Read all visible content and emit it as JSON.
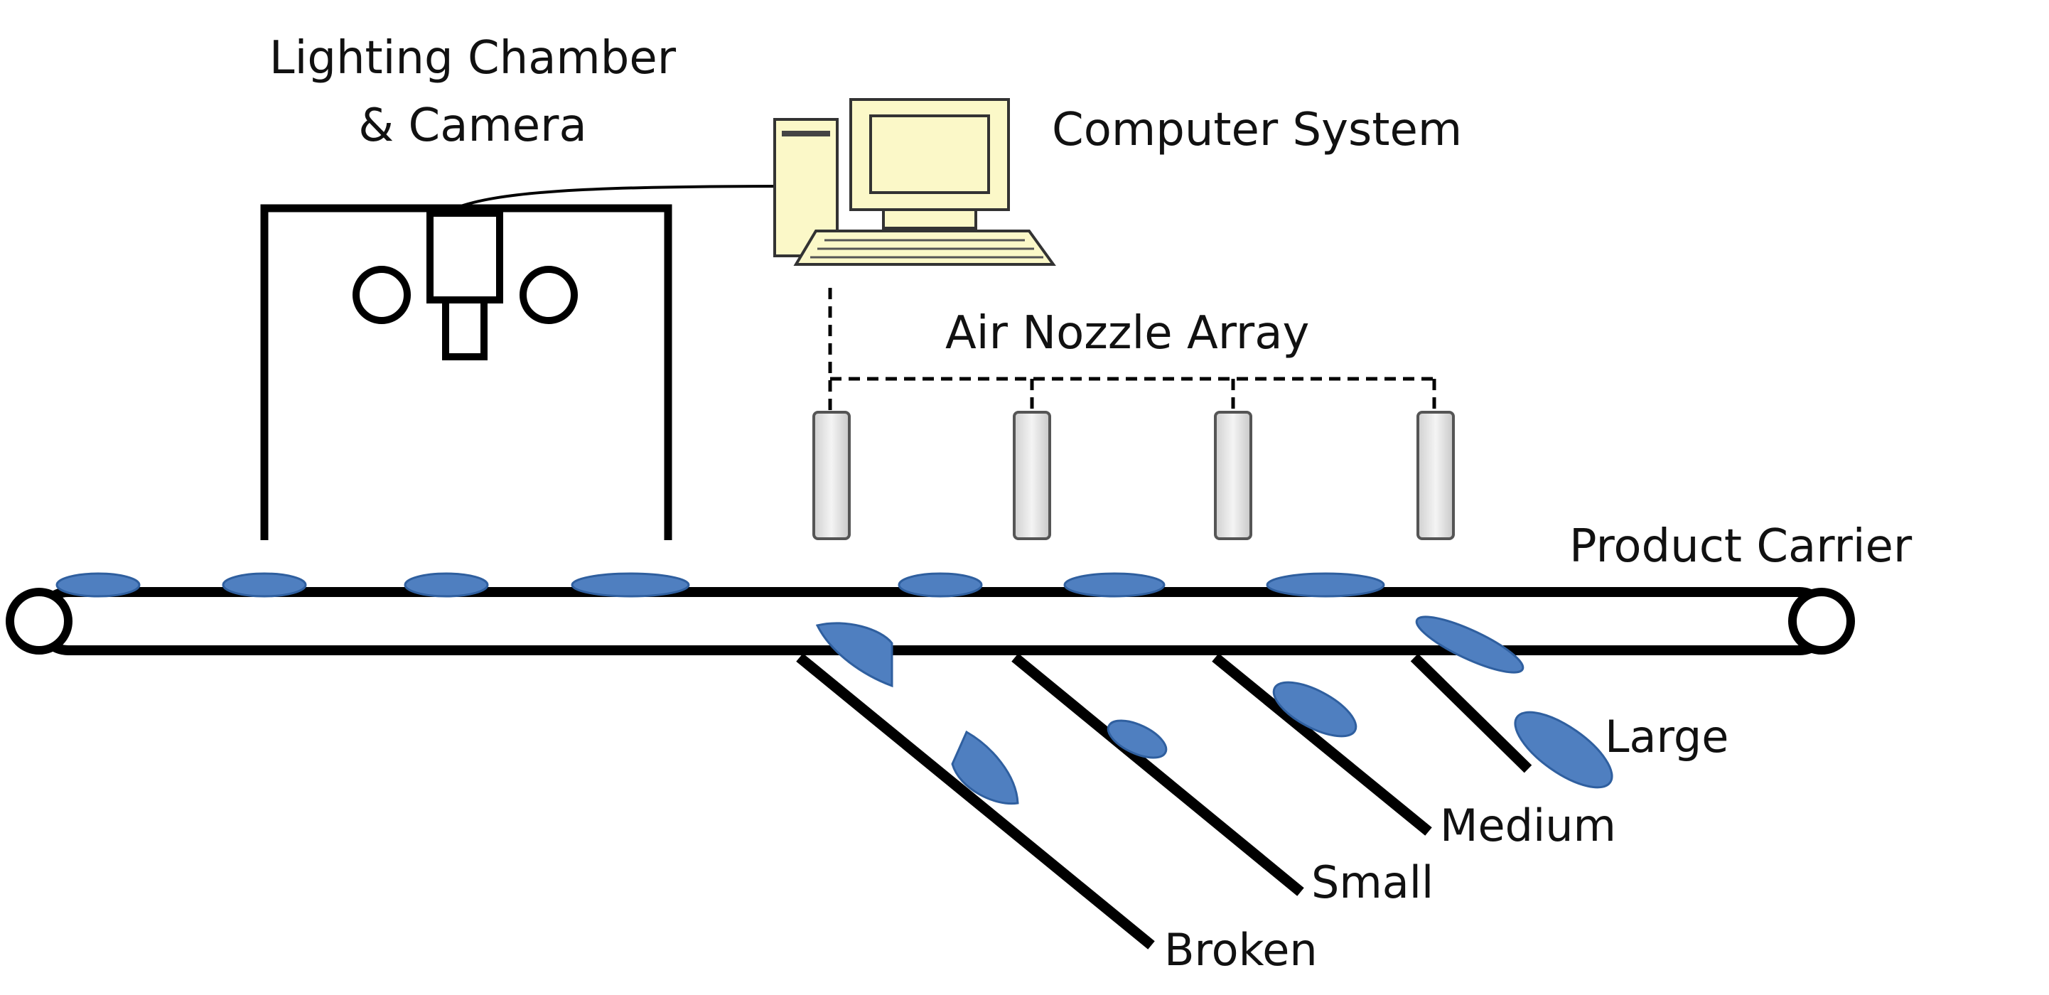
{
  "labels": {
    "lighting_chamber_line1": "Lighting Chamber",
    "lighting_chamber_line2": "& Camera",
    "computer_system": "Computer System",
    "air_nozzle_array": "Air Nozzle Array",
    "product_carrier": "Product Carrier",
    "large": "Large",
    "medium": "Medium",
    "small": "Small",
    "broken": "Broken"
  },
  "colors": {
    "product_fill": "#4f7fc0",
    "product_stroke": "#2f5f9f",
    "computer_fill": "#fbf8c8",
    "nozzle_fill": "#e6e6e6",
    "line": "#000000"
  }
}
